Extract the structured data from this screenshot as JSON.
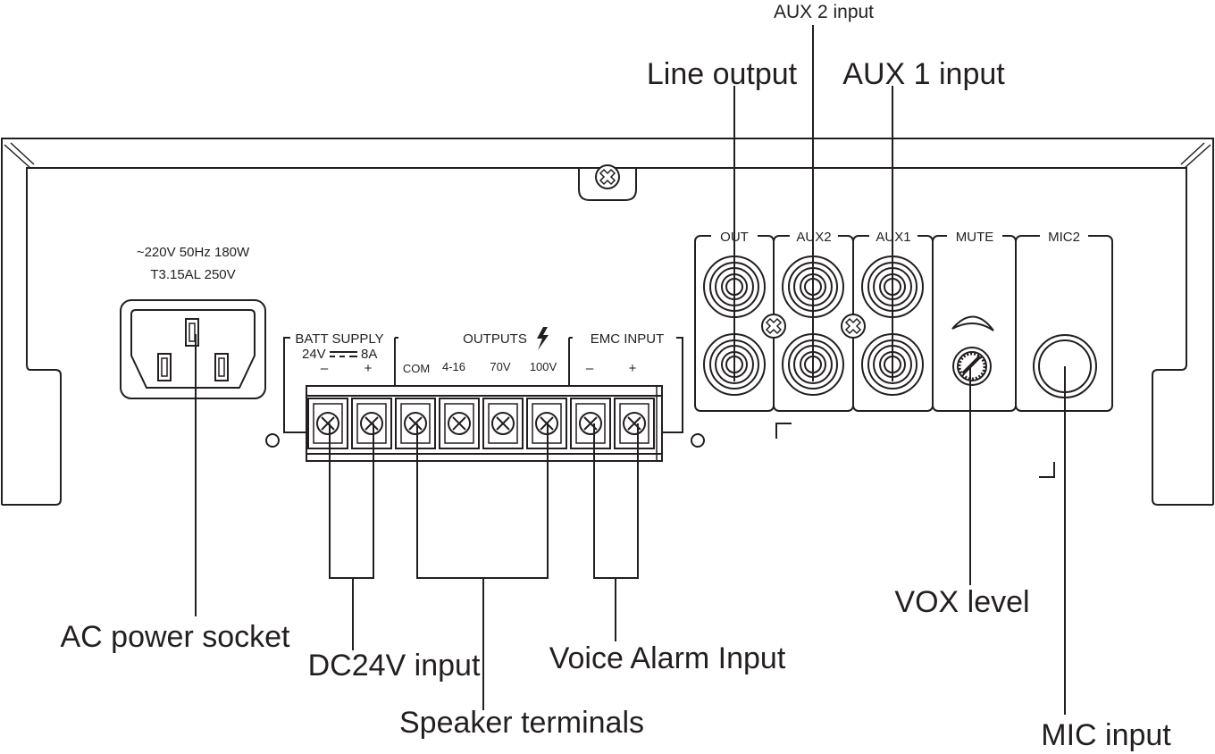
{
  "callouts": {
    "aux2_input": "AUX 2 input",
    "line_output": "Line output",
    "aux1_input": "AUX 1 input",
    "ac_power_socket": "AC power socket",
    "dc24v_input": "DC24V input",
    "speaker_terminals": "Speaker terminals",
    "voice_alarm_input": "Voice Alarm Input",
    "vox_level": "VOX level",
    "mic_input": "MIC input"
  },
  "panel": {
    "power_rating": "~220V  50Hz  180W",
    "fuse_rating": "T3.15AL  250V",
    "batt_supply": "BATT SUPPLY",
    "batt_voltage": "24V",
    "batt_current": "8A",
    "batt_minus": "–",
    "batt_plus": "+",
    "outputs": "OUTPUTS",
    "out_com": "COM",
    "out_4_16": "4-16",
    "out_70v": "70V",
    "out_100v": "100V",
    "emc_input": "EMC INPUT",
    "emc_minus": "–",
    "emc_plus": "+",
    "jack_out": "OUT",
    "jack_aux2": "AUX2",
    "jack_aux1": "AUX1",
    "jack_mute": "MUTE",
    "jack_mic2": "MIC2"
  }
}
